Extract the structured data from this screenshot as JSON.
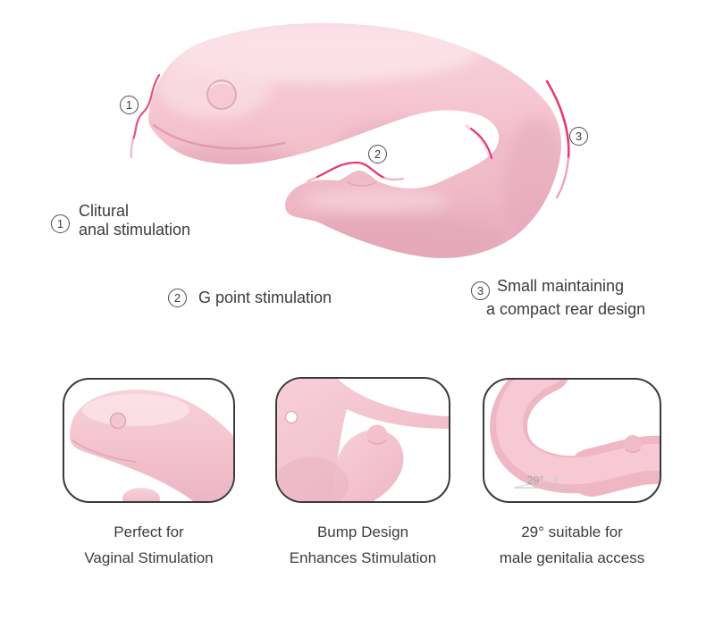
{
  "colors": {
    "body_pink": "#f4c3ce",
    "body_pink_light": "#f8d2db",
    "body_pink_shadow": "#e2a2b3",
    "accent_red": "#e8326e",
    "accent_red_light": "#f3acc2",
    "marker_outline": "#4d4d4d",
    "text_dark": "#3c3c3c",
    "panel_border": "#3a3a3a",
    "angle_gray": "#a5a5a5"
  },
  "figure": {
    "markers": [
      "1",
      "2",
      "3"
    ]
  },
  "callouts": [
    {
      "num": "1",
      "lines": [
        "Clitural",
        "anal stimulation"
      ]
    },
    {
      "num": "2",
      "lines": [
        "G point stimulation"
      ]
    },
    {
      "num": "3",
      "lines": [
        "Small maintaining",
        "a compact rear design"
      ]
    }
  ],
  "panels": [
    {
      "captions": [
        "Perfect for",
        "Vaginal Stimulation"
      ]
    },
    {
      "captions": [
        "Bump Design",
        "Enhances Stimulation"
      ]
    },
    {
      "captions": [
        "29° suitable for",
        "male genitalia access"
      ],
      "angle_label": "29°"
    }
  ]
}
